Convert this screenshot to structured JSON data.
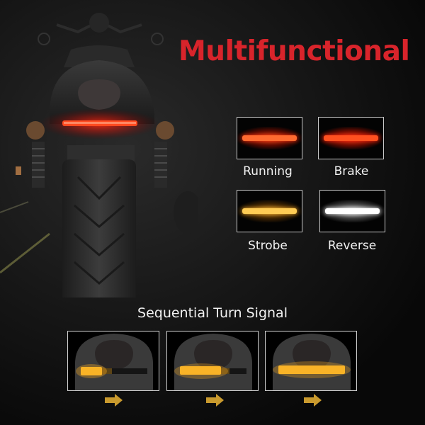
{
  "title": "Multifunctional",
  "colors": {
    "title_red": "#d8242b",
    "running_red": "#ff3a12",
    "brake_red": "#ff2a10",
    "strobe_amber": "#ffb833",
    "reverse_white": "#ffffff",
    "turn_amber": "#f6b52a",
    "arrow_gold": "#c99a2e"
  },
  "modes": [
    {
      "id": "running",
      "label": "Running",
      "color": "#ff3a12"
    },
    {
      "id": "brake",
      "label": "Brake",
      "color": "#ff2a10"
    },
    {
      "id": "strobe",
      "label": "Strobe",
      "color": "#ffb833"
    },
    {
      "id": "reverse",
      "label": "Reverse",
      "color": "#ffffff"
    }
  ],
  "sequential": {
    "title": "Sequential Turn Signal",
    "steps": [
      {
        "step": 1,
        "lit_fraction": 0.3,
        "arrow": "right-arrow"
      },
      {
        "step": 2,
        "lit_fraction": 0.6,
        "arrow": "right-arrow"
      },
      {
        "step": 3,
        "lit_fraction": 1.0,
        "arrow": "right-arrow"
      }
    ]
  }
}
